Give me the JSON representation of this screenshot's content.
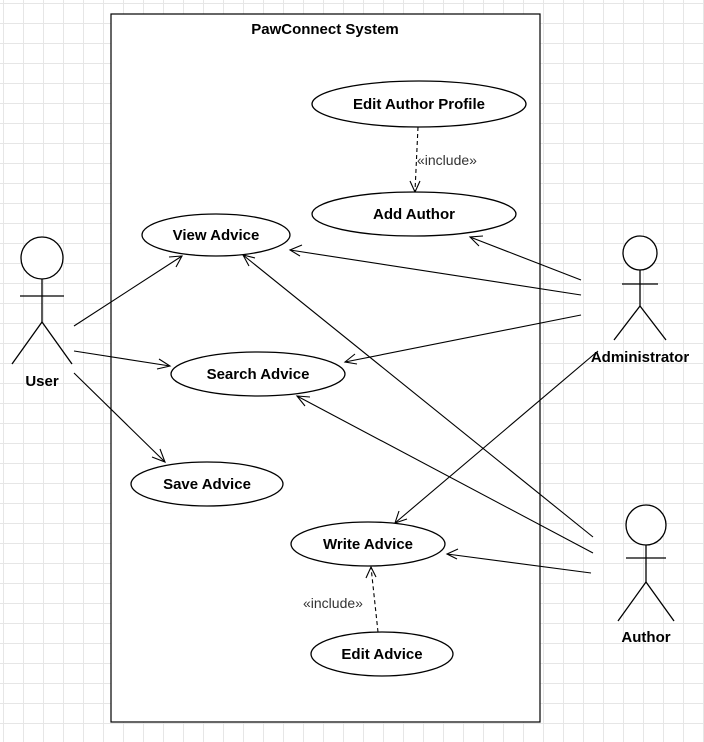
{
  "system": {
    "title": "PawConnect System"
  },
  "actors": {
    "user": "User",
    "administrator": "Administrator",
    "author": "Author"
  },
  "use_cases": {
    "edit_author_profile": "Edit Author Profile",
    "add_author": "Add Author",
    "view_advice": "View Advice",
    "search_advice": "Search Advice",
    "save_advice": "Save Advice",
    "write_advice": "Write Advice",
    "edit_advice": "Edit Advice"
  },
  "relationships": {
    "include_label": "«include»",
    "includes": [
      {
        "from": "edit_author_profile",
        "to": "add_author"
      },
      {
        "from": "edit_advice",
        "to": "write_advice"
      }
    ],
    "associations": [
      {
        "actor": "user",
        "use_case": "view_advice"
      },
      {
        "actor": "user",
        "use_case": "search_advice"
      },
      {
        "actor": "user",
        "use_case": "save_advice"
      },
      {
        "actor": "administrator",
        "use_case": "add_author"
      },
      {
        "actor": "administrator",
        "use_case": "view_advice"
      },
      {
        "actor": "administrator",
        "use_case": "search_advice"
      },
      {
        "actor": "administrator",
        "use_case": "write_advice"
      },
      {
        "actor": "author",
        "use_case": "view_advice"
      },
      {
        "actor": "author",
        "use_case": "search_advice"
      },
      {
        "actor": "author",
        "use_case": "write_advice"
      }
    ]
  }
}
